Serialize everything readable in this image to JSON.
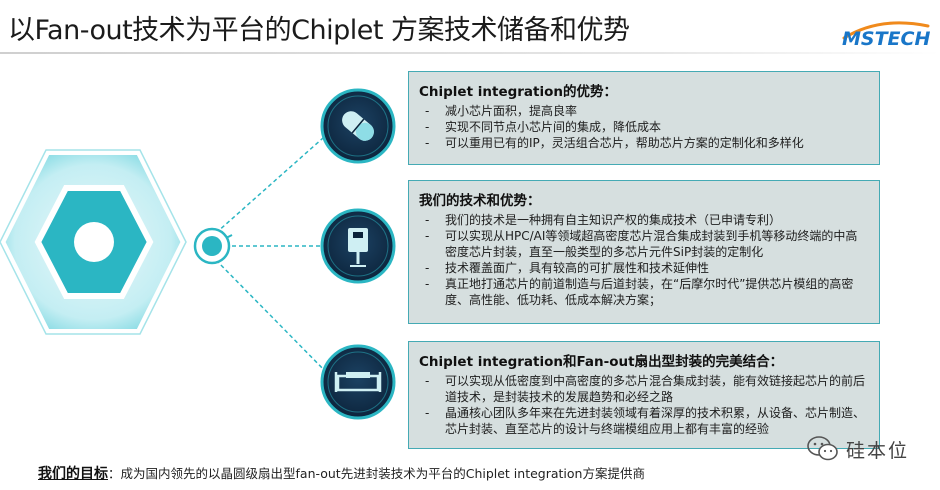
{
  "header": {
    "title": "以Fan-out技术为平台的Chiplet 方案技术储备和优势",
    "logo_text": "MSTECH"
  },
  "panels": [
    {
      "heading": "Chiplet integration的优势：",
      "items": [
        "减小芯片面积，提高良率",
        "实现不同节点小芯片间的集成，降低成本",
        "可以重用已有的IP，灵活组合芯片，帮助芯片方案的定制化和多样化"
      ]
    },
    {
      "heading": "我们的技术和优势：",
      "items": [
        "我们的技术是一种拥有自主知识产权的集成技术（已申请专利）",
        "可以实现从HPC/AI等领域超高密度芯片混合集成封装到手机等移动终端的中高密度芯片封装，直至一般类型的多芯片元件SiP封装的定制化",
        "技术覆盖面广，具有较高的可扩展性和技术延伸性",
        "真正地打通芯片的前道制造与后道封装，在“后摩尔时代”提供芯片模组的高密度、高性能、低功耗、低成本解决方案；"
      ]
    },
    {
      "heading": "Chiplet integration和Fan-out扇出型封装的完美结合：",
      "items": [
        "可以实现从低密度到中高密度的多芯片混合集成封装，能有效链接起芯片的前后道技术，是封装技术的发展趋势和必经之路",
        "晶通核心团队多年来在先进封装领域有着深厚的技术积累，从设备、芯片制造、芯片封装、直至芯片的设计与终端模组应用上都有丰富的经验"
      ]
    }
  ],
  "goal": {
    "label": "我们的目标",
    "separator": "：",
    "text": "成为国内领先的以晶圆级扇出型fan-out先进封装技术为平台的Chiplet integration方案提供商"
  },
  "watermark": {
    "text": "硅本位"
  },
  "icons": [
    "pill-capsule-icon",
    "chip-probe-icon",
    "chip-package-icon",
    "wechat-icon"
  ],
  "colors": {
    "accent_teal": "#2bb6c3",
    "dark_navy": "#0e2a45",
    "panel_fill": "#d6dfdf",
    "panel_border": "#45aab4",
    "logo_blue": "#1976c8"
  }
}
